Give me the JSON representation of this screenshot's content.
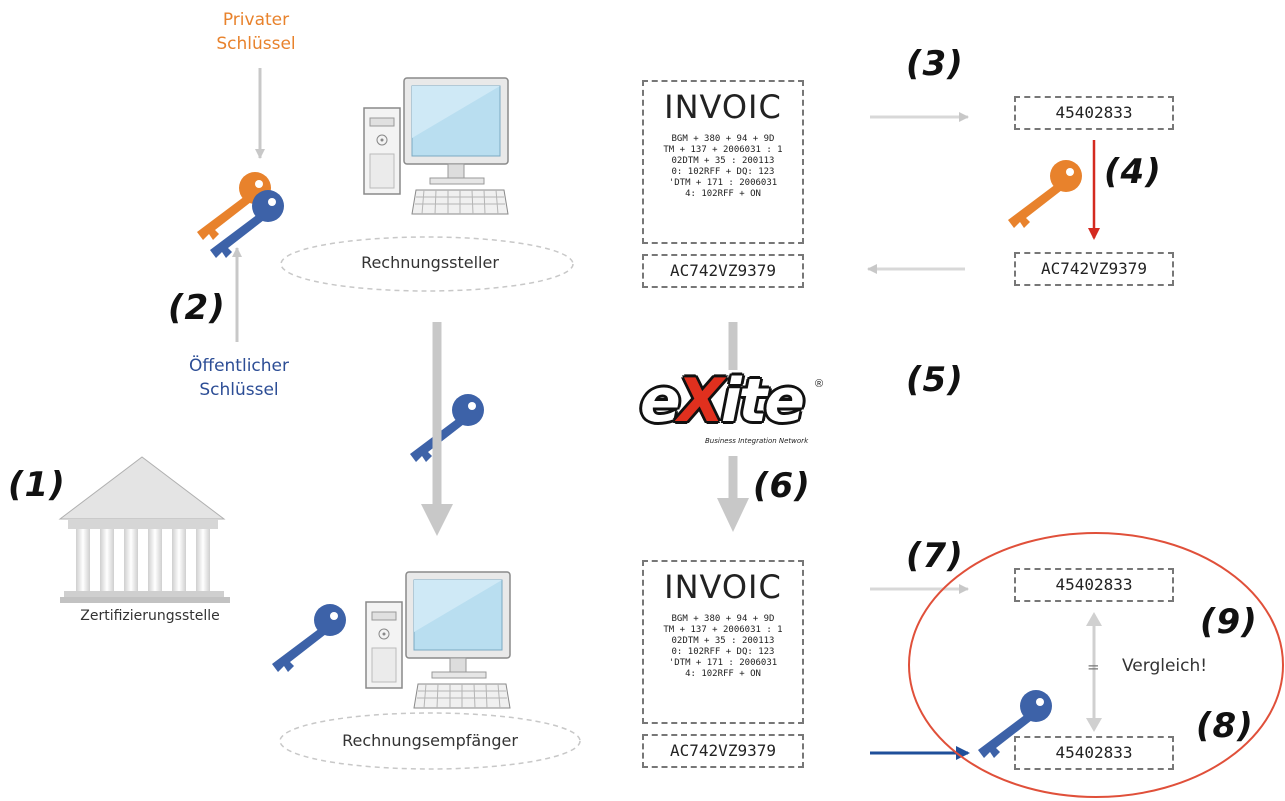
{
  "steps": [
    "(1)",
    "(2)",
    "(3)",
    "(4)",
    "(5)",
    "(6)",
    "(7)",
    "(8)",
    "(9)"
  ],
  "labels": {
    "private_key": [
      "Privater",
      "Schlüssel"
    ],
    "public_key": [
      "Öffentlicher",
      "Schlüssel"
    ],
    "authority": "Zertifizierungsstelle",
    "sender": "Rechnungssteller",
    "receiver": "Rechnungsempfänger",
    "compare": "Vergleich!",
    "equals": "="
  },
  "invoice": {
    "title": "INVOIC",
    "lines": [
      "BGM + 380 + 94 + 9D",
      "TM + 137 + 2006031 : 1",
      "02DTM + 35 : 200113",
      "0: 102RFF + DQ: 123",
      "'DTM + 171 : 2006031",
      "4: 102RFF + ON"
    ]
  },
  "hash_value": "45402833",
  "signature_value": "AC742VZ9379",
  "logo": {
    "text_prefix": "e",
    "text_accent": "X",
    "text_suffix": "ite",
    "registered": "®",
    "tagline": "Business Integration Network"
  },
  "colors": {
    "private_key": "#e8822c",
    "public_key": "#3d62a8",
    "signing_arrow": "#d42a20",
    "verify_arrow": "#1f4f9a",
    "flow_arrow": "#c8c8c8",
    "highlight_ring": "#e0503a"
  },
  "icons": [
    "orange-key-icon",
    "blue-key-icon",
    "computer-icon",
    "authority-building-icon"
  ]
}
